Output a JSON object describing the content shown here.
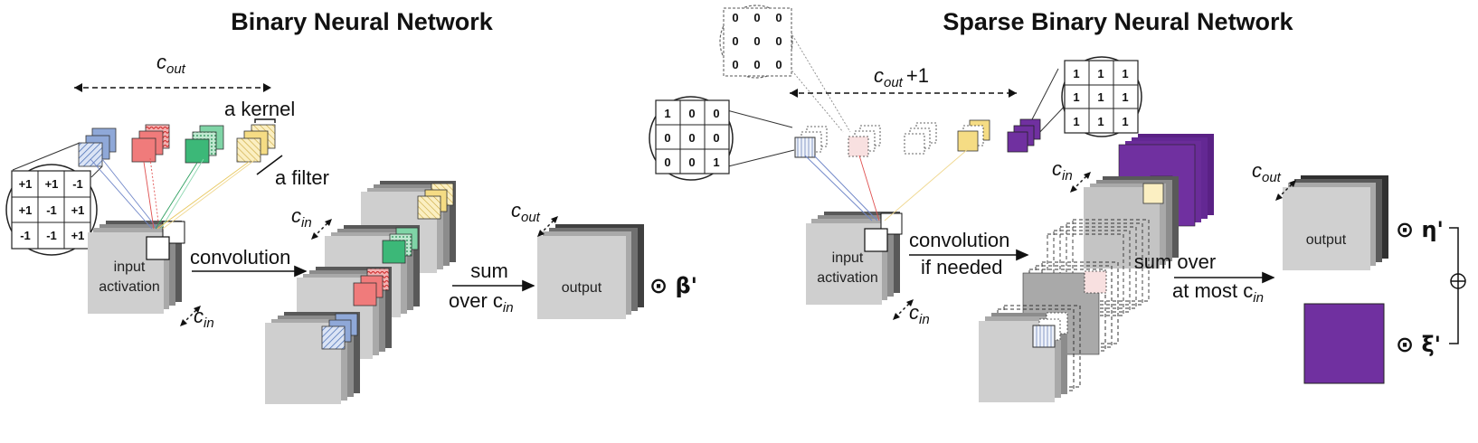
{
  "left": {
    "title": "Binary Neural Network",
    "cout": "c",
    "cout_sub": "out",
    "kernel_label": "a kernel",
    "filter_label": "a filter",
    "kernel_matrix": [
      "+1",
      "+1",
      "-1",
      "+1",
      "-1",
      "+1",
      "-1",
      "-1",
      "+1"
    ],
    "input_line1": "input",
    "input_line2": "activation",
    "cin": "c",
    "cin_sub": "in",
    "convolution": "convolution",
    "sum_line1": "sum",
    "sum_line2": "over c",
    "output": "output",
    "beta": "⊙ β'"
  },
  "right": {
    "title": "Sparse Binary Neural Network",
    "cout_plus": "+1",
    "zero_matrix": [
      "0",
      "0",
      "0",
      "0",
      "0",
      "0",
      "0",
      "0",
      "0"
    ],
    "ones_matrix": [
      "1",
      "1",
      "1",
      "1",
      "1",
      "1",
      "1",
      "1",
      "1"
    ],
    "sparse_matrix": [
      "1",
      "0",
      "0",
      "0",
      "0",
      "0",
      "0",
      "0",
      "1"
    ],
    "conv_line1": "convolution",
    "conv_line2": "if needed",
    "sum_line1": "sum over",
    "sum_line2": "at most c",
    "output": "output",
    "eta": "⊙ η'",
    "xi": "⊙ ξ'",
    "oplus": "⊕"
  },
  "colors": {
    "blue": "#8fa8d8",
    "red": "#f07b7b",
    "green": "#3cb878",
    "yellow": "#f5dc84",
    "purple": "#7030a0",
    "gray_light": "#cfcfcf",
    "gray_mid": "#a9a9a9",
    "gray_dark": "#595959"
  }
}
